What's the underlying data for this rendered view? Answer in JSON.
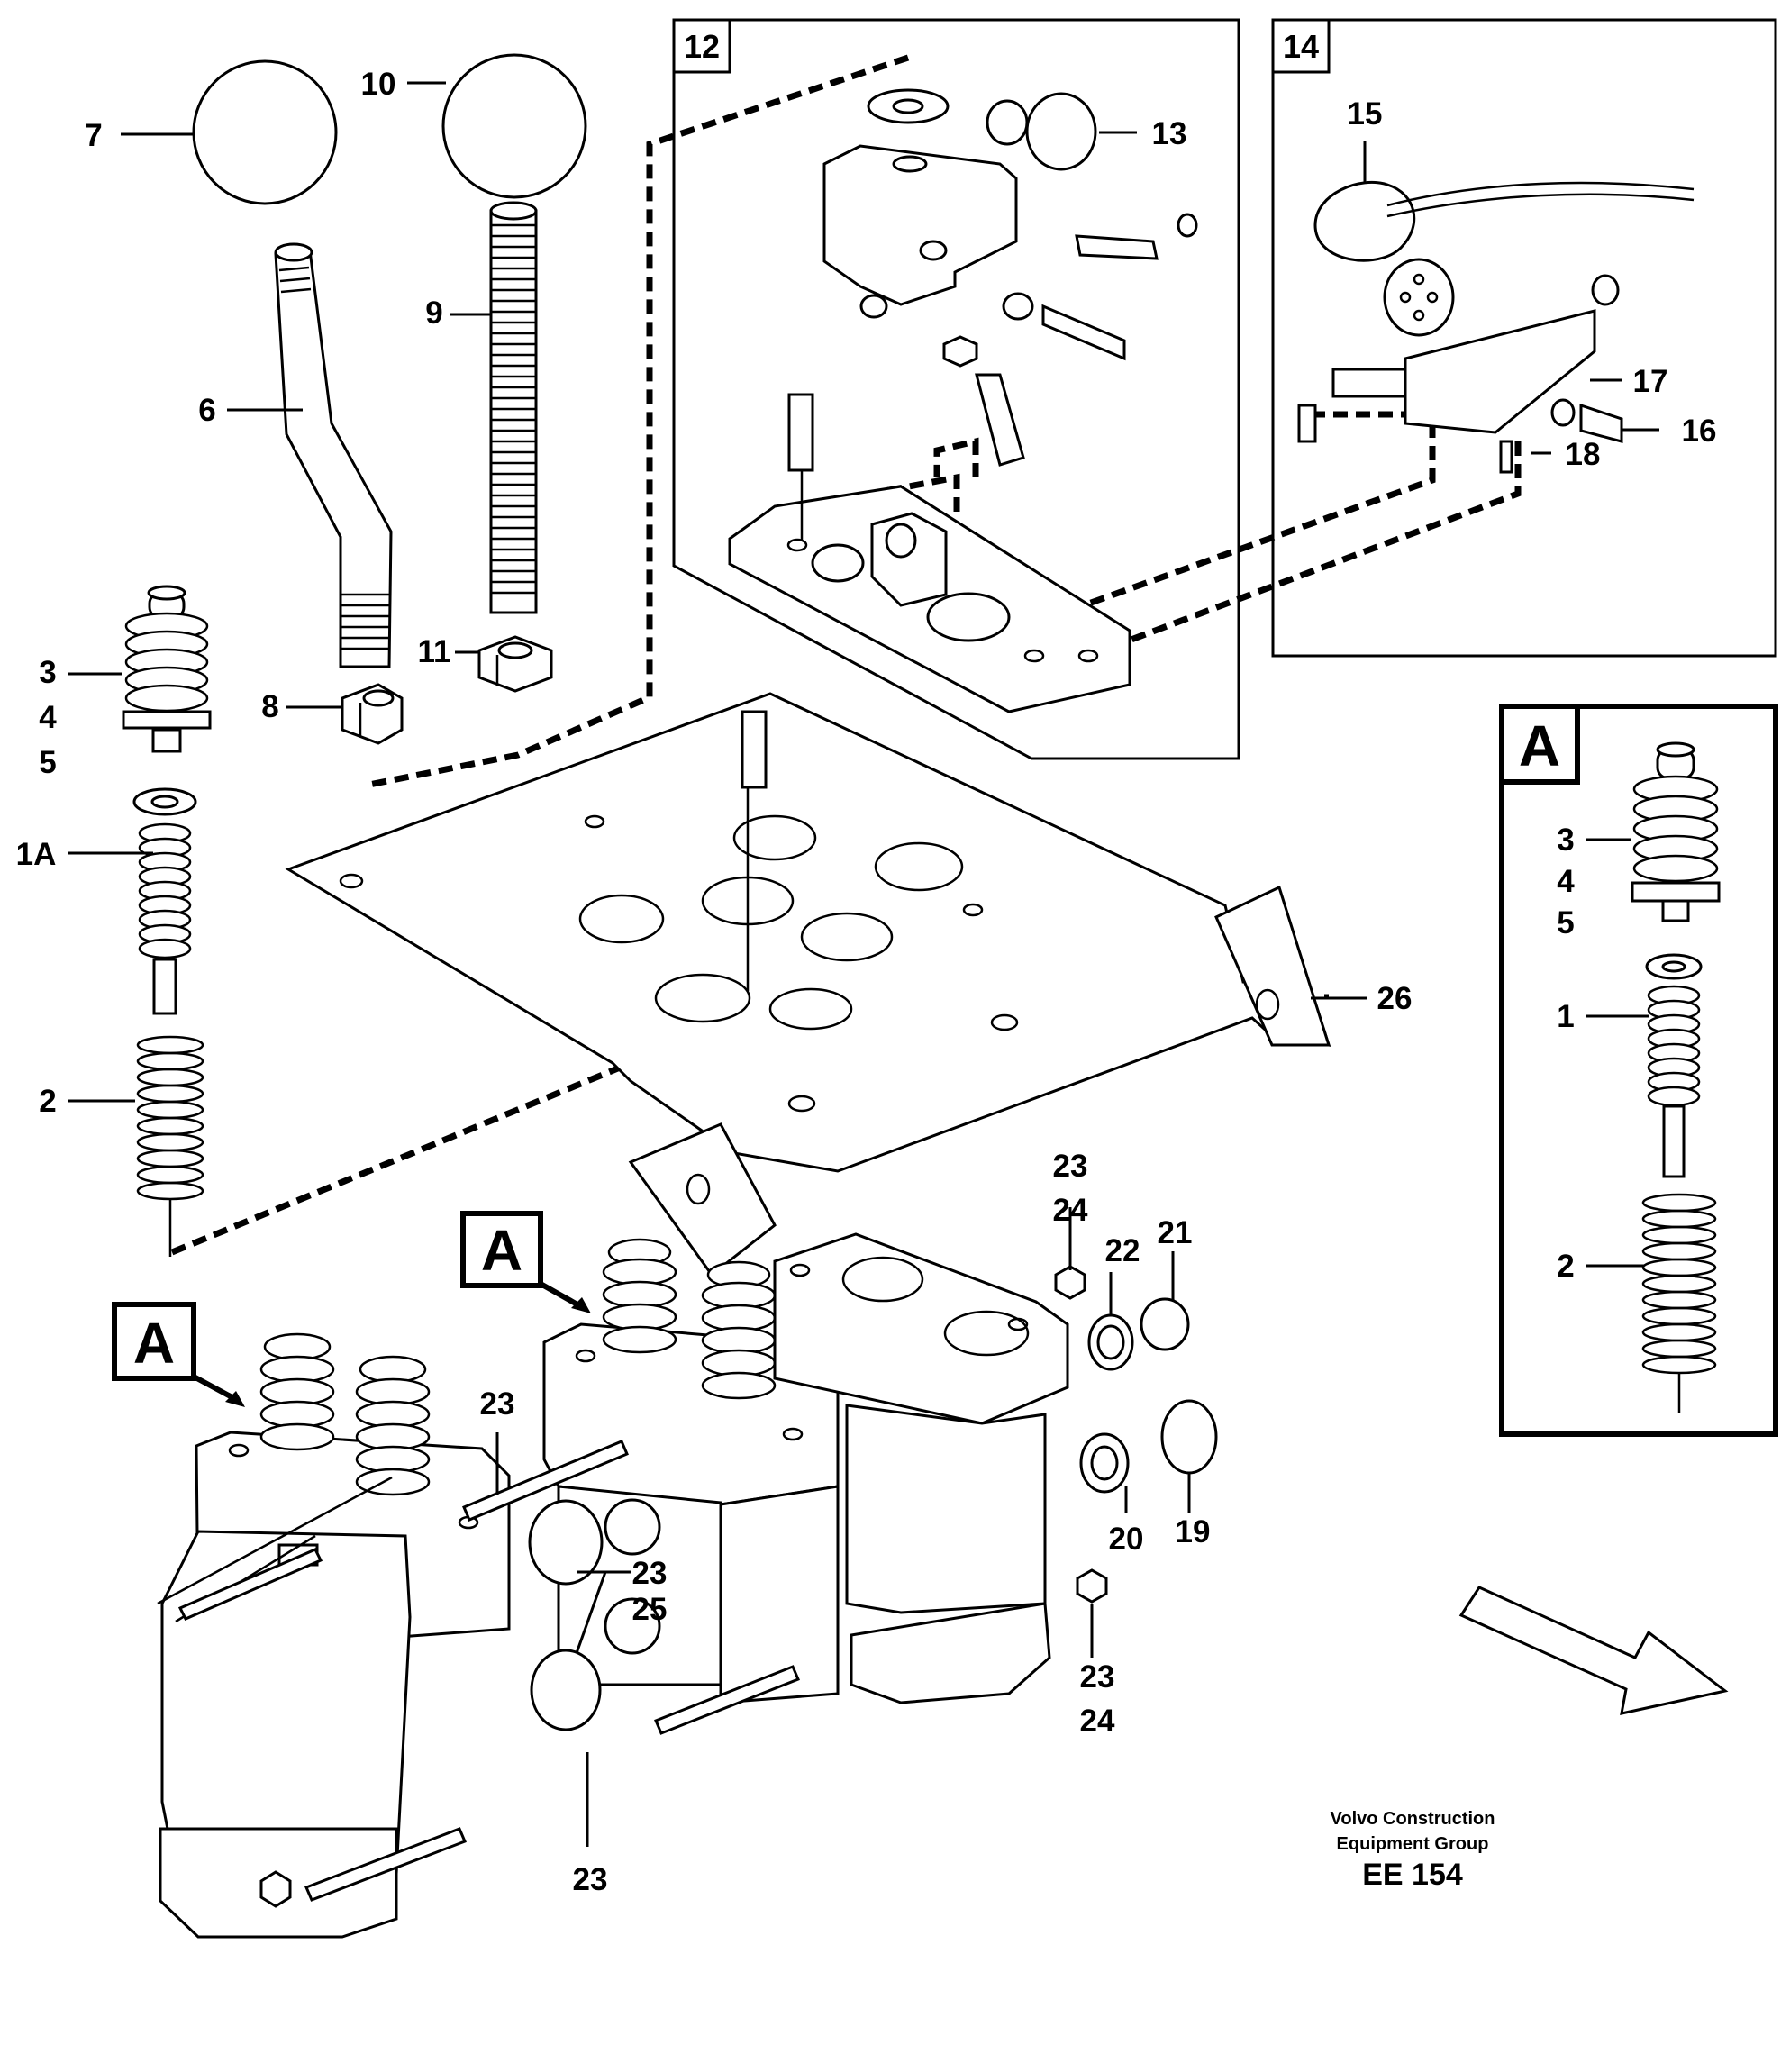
{
  "labels": {
    "l7": "7",
    "l10": "10",
    "l12": "12",
    "l13": "13",
    "l14": "14",
    "l15": "15",
    "l9": "9",
    "l6": "6",
    "l17": "17",
    "l16": "16",
    "l18": "18",
    "l3": "3",
    "l4": "4",
    "l5": "5",
    "l11": "11",
    "l8": "8",
    "l1A": "1A",
    "l26": "26",
    "l2": "2",
    "l23a": "23",
    "l24a": "24",
    "l22": "22",
    "l21": "21",
    "l23b": "23",
    "l23c": "23",
    "l25": "25",
    "l20": "20",
    "l19": "19",
    "l23d": "23",
    "l24d": "24",
    "l23e": "23"
  },
  "detail_a": {
    "tag": "A",
    "l3": "3",
    "l4": "4",
    "l5": "5",
    "l1": "1",
    "l2": "2"
  },
  "callouts": {
    "a1": "A",
    "a2": "A"
  },
  "credit": {
    "line1": "Volvo Construction",
    "line2": "Equipment Group",
    "code": "EE 154"
  }
}
